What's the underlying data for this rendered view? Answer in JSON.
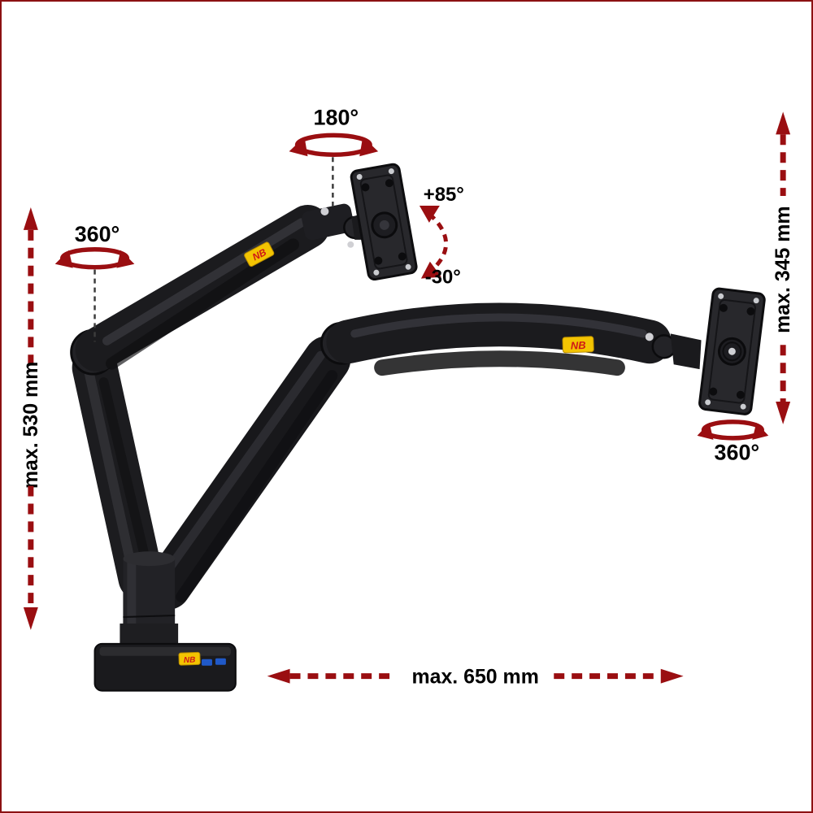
{
  "page": {
    "title": "Monitor arm articulation diagram",
    "background": "#ffffff",
    "border_color": "#8c1113"
  },
  "product": {
    "brand": "NB"
  },
  "annotations": {
    "top_rotation": "180°",
    "left_rotation": "360°",
    "right_rotation": "360°",
    "tilt_up": "+85°",
    "tilt_down": "-30°",
    "max_height_left": "max. 530 mm",
    "max_height_right": "max. 345 mm",
    "max_reach": "max. 650 mm"
  },
  "colors": {
    "annotation_red": "#9a0e11",
    "label_black": "#000000",
    "product_dark": "#1b1b1e",
    "joint_dark": "#222226",
    "logo_yellow": "#f3c402",
    "logo_text_red": "#cf1717",
    "usb_blue": "#2059c8",
    "screw_silver": "#d0d0d4"
  }
}
